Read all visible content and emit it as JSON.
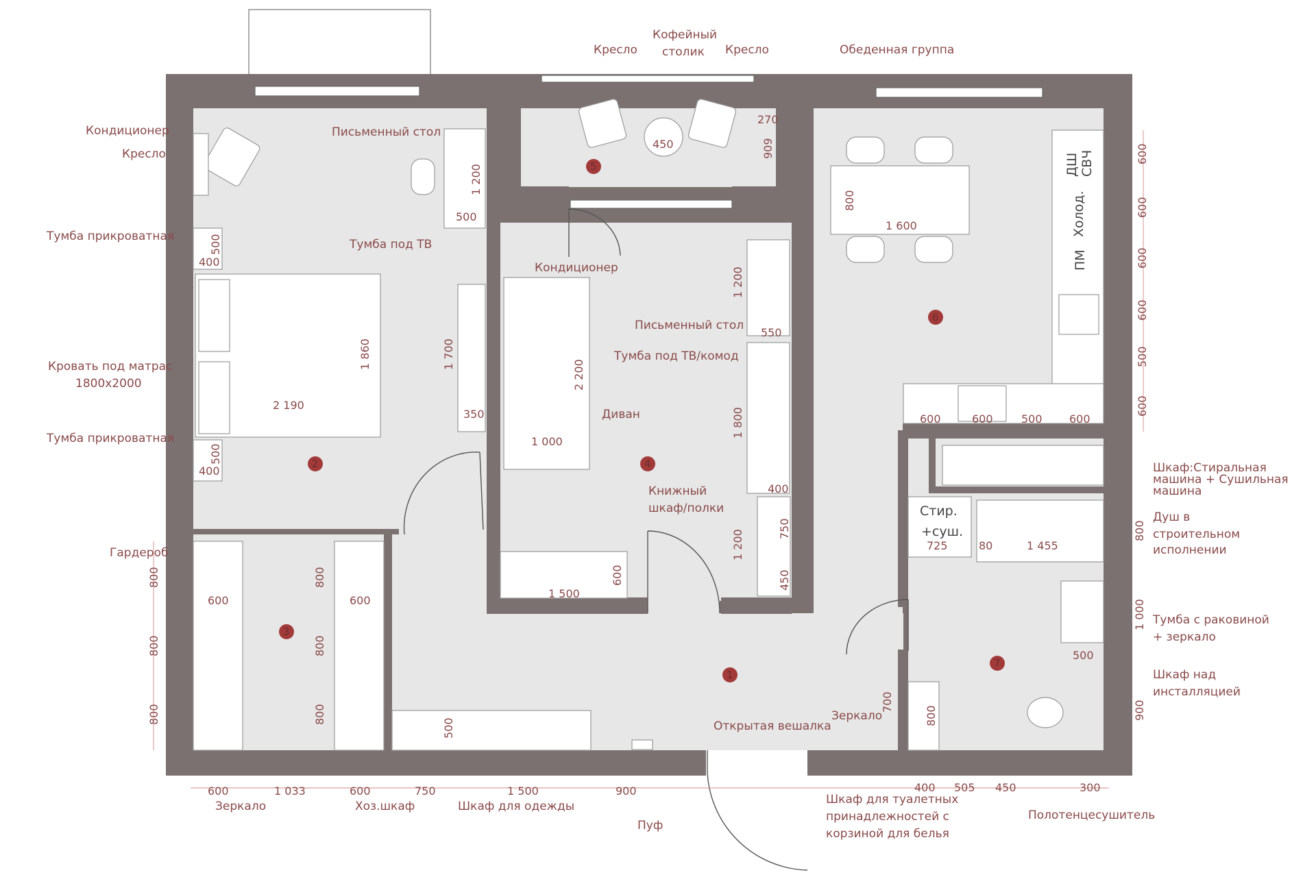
{
  "labels": {
    "armchair_left": "Кресло",
    "coffee_table_1": "Кофейный",
    "coffee_table_2": "столик",
    "armchair_right": "Кресло",
    "dining": "Обеденная группа",
    "ac_bedroom": "Кондиционер",
    "armchair_bedroom": "Кресло",
    "desk_bedroom": "Письменный стол",
    "nightstand_top": "Тумба прикроватная",
    "tv_stand_bedroom": "Тумба под ТВ",
    "bed_1": "Кровать под матрас",
    "bed_2": "1800х2000",
    "nightstand_bottom": "Тумба прикроватная",
    "ac_room4": "Кондиционер",
    "desk_room4": "Письменный стол",
    "tv_stand_room4": "Тумба под ТВ/комод",
    "sofa": "Диван",
    "bookcase_1": "Книжный",
    "bookcase_2": "шкаф/полки",
    "wardrobe": "Гардероб",
    "mirror_hall": "Зеркало",
    "open_hanger": "Открытая вешалка",
    "washer_1": "Шкаф:Стиральная",
    "washer_2": "машина + Сушильная",
    "washer_3": "машина",
    "shower_1": "Душ в",
    "shower_2": "строительном",
    "shower_3": "исполнении",
    "sink_1": "Тумба с раковиной",
    "sink_2": "+ зеркало",
    "install_1": "Шкаф над",
    "install_2": "инсталляцией",
    "mirror_bottom": "Зеркало",
    "utility": "Хоз.шкаф",
    "clothes": "Шкаф для одежды",
    "pouf": "Пуф",
    "toilet_cab_1": "Шкаф для туалетных",
    "toilet_cab_2": "принадлежностей с",
    "toilet_cab_3": "корзиной для белья",
    "towel": "Полотенцесушитель",
    "stir_1": "Стир.",
    "stir_2": "+суш."
  },
  "kitchen": {
    "dw": "ДШ",
    "mw": "СВЧ",
    "fridge": "Холод.",
    "pm": "ПМ"
  },
  "rooms": [
    "1",
    "2",
    "3",
    "4",
    "5",
    "6",
    "7"
  ],
  "dims": {
    "d450": "450",
    "d270": "270",
    "d909": "909",
    "d1200a": "1 200",
    "d500a": "500",
    "d800": "800",
    "d1600": "1 600",
    "d500b": "500",
    "d400a": "400",
    "d1860": "1 860",
    "d2190": "2 190",
    "d1700": "1 700",
    "d350": "350",
    "d500c": "500",
    "d400b": "400",
    "d1200b": "1 200",
    "d550": "550",
    "d2200": "2 200",
    "d1800": "1 800",
    "d1000": "1 000",
    "d400c": "400",
    "d750": "750",
    "d1200c": "1 200",
    "d450b": "450",
    "d600r": "600",
    "d1500a": "1 500",
    "k600a": "600",
    "k600b": "600",
    "k500": "500",
    "k600c": "600",
    "kv1": "600",
    "kv2": "600",
    "kv3": "600",
    "kv4": "600",
    "kv5": "500",
    "kv6": "600",
    "d725": "725",
    "d80": "80",
    "d1455": "1 455",
    "d800r": "800",
    "d1000r": "1 000",
    "d500s": "500",
    "d900r": "900",
    "d700": "700",
    "d800t": "800",
    "w600a": "600",
    "w600b": "600",
    "wv1": "800",
    "wv2": "800",
    "wv3": "800",
    "wv4": "800",
    "wv5": "800",
    "wv6": "800",
    "d500w": "500",
    "b600a": "600",
    "b1033": "1 033",
    "b600b": "600",
    "b750": "750",
    "b1500": "1 500",
    "b900": "900",
    "b400": "400",
    "b505": "505",
    "b450": "450",
    "b300": "300"
  }
}
